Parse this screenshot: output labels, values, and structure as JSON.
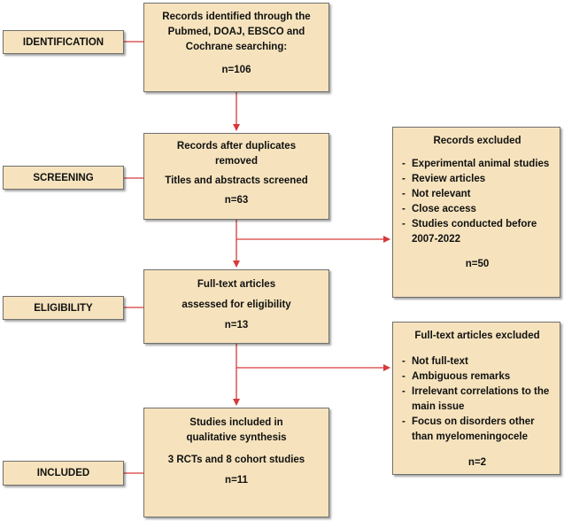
{
  "stages": {
    "identification": "IDENTIFICATION",
    "screening": "SCREENING",
    "eligibility": "ELIGIBILITY",
    "included": "INCLUDED"
  },
  "identified": {
    "line1": "Records identified through the",
    "line2": "Pubmed, DOAJ, EBSCO and",
    "line3": "Cochrane searching:",
    "count": "n=106"
  },
  "screened": {
    "line1": "Records after duplicates",
    "line2": "removed",
    "line3": "Titles and abstracts screened",
    "count": "n=63"
  },
  "records_excluded": {
    "title": "Records excluded",
    "items": [
      "Experimental animal studies",
      "Review articles",
      "Not relevant",
      "Close access",
      "Studies conducted before 2007-2022"
    ],
    "count": "n=50"
  },
  "fulltext": {
    "line1": "Full-text articles",
    "line2": "assessed for eligibility",
    "count": "n=13"
  },
  "fulltext_excluded": {
    "title": "Full-text articles excluded",
    "items": [
      "Not full-text",
      "Ambiguous remarks",
      "Irrelevant correlations to the main issue",
      "Focus on disorders other than myelomeningocele"
    ],
    "count": "n=2"
  },
  "included_box": {
    "line1": "Studies included in",
    "line2": "qualitative synthesis",
    "line3": "3 RCTs and 8 cohort studies",
    "count": "n=11"
  },
  "colors": {
    "box_fill": "#f6e3bd",
    "connector": "#d63a3a",
    "border": "#6f6f6f"
  }
}
